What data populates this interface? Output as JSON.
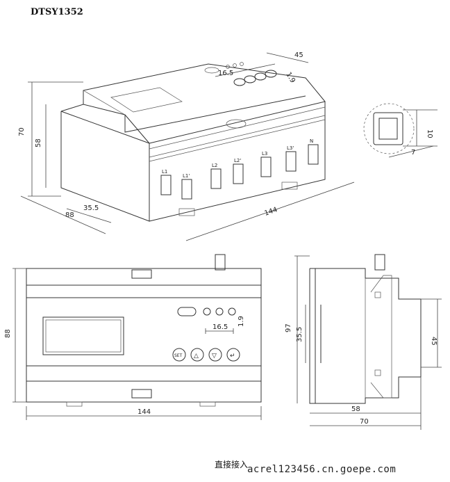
{
  "title": "DTSY1352",
  "iso_view": {
    "dims": {
      "width": "144",
      "depth": "88",
      "height": "70",
      "height_inner": "58",
      "offset_front": "35.5",
      "top_depth": "45",
      "button_span": "16.5",
      "button_gap": "1.9"
    },
    "terminals": [
      "L1",
      "L1'",
      "L2",
      "L2'",
      "L3",
      "L3'",
      "N"
    ]
  },
  "detail_view": {
    "dims": {
      "height": "10",
      "width": "7"
    }
  },
  "front_view": {
    "dims": {
      "width": "144",
      "height": "88",
      "button_span": "16.5",
      "button_gap": "1.9"
    },
    "buttons": [
      "SET",
      "△",
      "▽",
      "↵"
    ]
  },
  "side_view": {
    "dims": {
      "height": "97",
      "rail": "35.5",
      "step": "45",
      "depth_inner": "58",
      "depth_total": "70"
    }
  },
  "caption": "直接接入",
  "watermark": "acrel123456.cn.goepe.com"
}
